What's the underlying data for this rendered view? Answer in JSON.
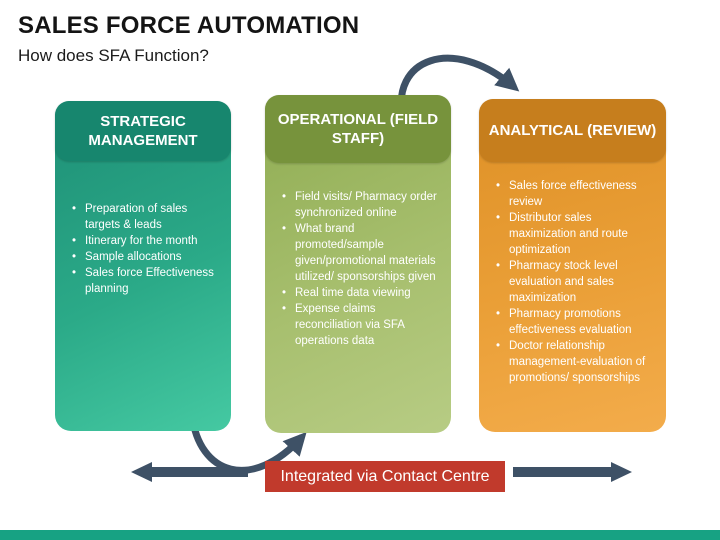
{
  "slide": {
    "title": "SALES FORCE AUTOMATION",
    "subtitle": "How does SFA Function?"
  },
  "columns": [
    {
      "id": "strategic-management",
      "header": "STRATEGIC MANAGEMENT",
      "header_color": "#17866E",
      "body_gradient_start": "#1E8F76",
      "body_gradient_end": "#45C9A2",
      "bullets": [
        "Preparation of sales targets & leads",
        "Itinerary for the month",
        "Sample allocations",
        "Sales force Effectiveness planning"
      ]
    },
    {
      "id": "operational-field-staff",
      "header": "OPERATIONAL (FIELD STAFF)",
      "header_color": "#77933C",
      "body_gradient_start": "#8FAC52",
      "body_gradient_end": "#B7CC84",
      "bullets": [
        "Field visits/ Pharmacy order synchronized online",
        "What brand promoted/sample given/promotional materials utilized/ sponsorships given",
        "Real time data viewing",
        "Expense claims reconciliation via SFA operations data"
      ]
    },
    {
      "id": "analytical-review",
      "header": "ANALYTICAL (REVIEW)",
      "header_color": "#C67E1D",
      "body_gradient_start": "#DE9026",
      "body_gradient_end": "#F3AC4B",
      "bullets": [
        "Sales force effectiveness review",
        "Distributor sales maximization and route optimization",
        "Pharmacy stock level evaluation and sales maximization",
        "Pharmacy promotions effectiveness evaluation",
        "Doctor relationship management-evaluation of promotions/ sponsorships"
      ]
    }
  ],
  "banner": {
    "label": "Integrated via Contact Centre",
    "color": "#C13A2C"
  },
  "arrows": {
    "color": "#3E5166"
  },
  "footer": {
    "bar_color": "#17A283"
  }
}
